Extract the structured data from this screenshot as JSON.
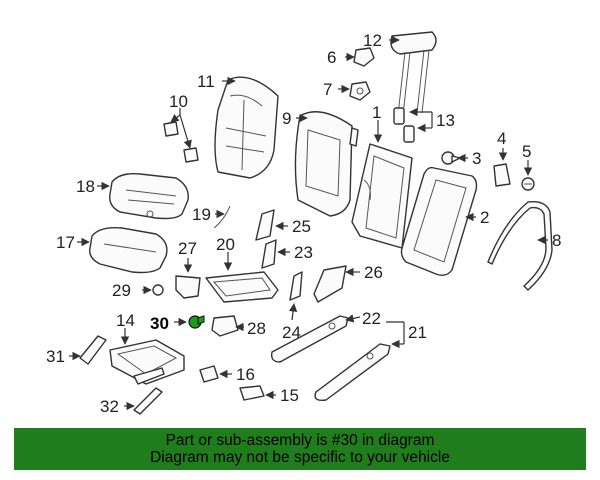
{
  "diagram": {
    "callouts": {
      "c1": "1",
      "c2": "2",
      "c3": "3",
      "c4": "4",
      "c5": "5",
      "c6": "6",
      "c7": "7",
      "c8": "8",
      "c9": "9",
      "c10": "10",
      "c11": "11",
      "c12": "12",
      "c13": "13",
      "c14": "14",
      "c15": "15",
      "c16": "16",
      "c17": "17",
      "c18": "18",
      "c19": "19",
      "c20": "20",
      "c21": "21",
      "c22": "22",
      "c23": "23",
      "c24": "24",
      "c25": "25",
      "c26": "26",
      "c27": "27",
      "c28": "28",
      "c29": "29",
      "c30": "30",
      "c31": "31",
      "c32": "32"
    },
    "highlighted_part": "30",
    "highlight_color": "#1a9e1a"
  },
  "banner": {
    "line1": "Part or sub-assembly is #30 in diagram",
    "line2": "Diagram may not be specific to your vehicle",
    "background": "#1f7d1b"
  }
}
